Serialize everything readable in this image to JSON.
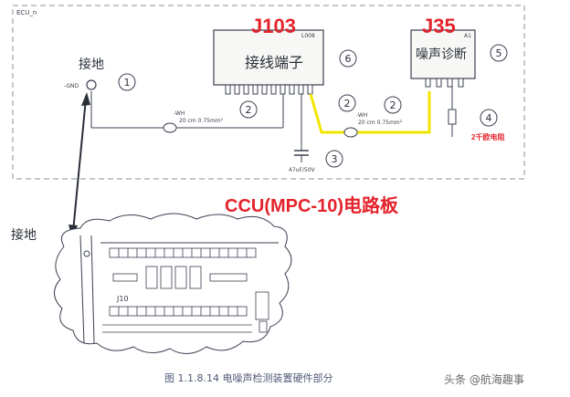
{
  "labels": {
    "j103": "J103",
    "j35": "J35",
    "ccu_title": "CCU(MPC-10)电路板",
    "terminal_block": "接线端子",
    "noise_diag": "噪声诊断",
    "ground_top": "接地",
    "ground_left": "接地",
    "resistor_note": "2千欧电阻",
    "figure_caption": "图 1.1.8.14   电噪声检测装置硬件部分",
    "watermark": "头条 @航海趣事",
    "j10": "J10",
    "gnd_small": "-GND"
  },
  "callouts": [
    "1",
    "2",
    "2",
    "2",
    "3",
    "4",
    "5",
    "6"
  ],
  "colors": {
    "accent_red": "#e4232c",
    "wire_yellow": "#f2e600",
    "ink": "#2a2f38",
    "caption": "#505a78"
  }
}
